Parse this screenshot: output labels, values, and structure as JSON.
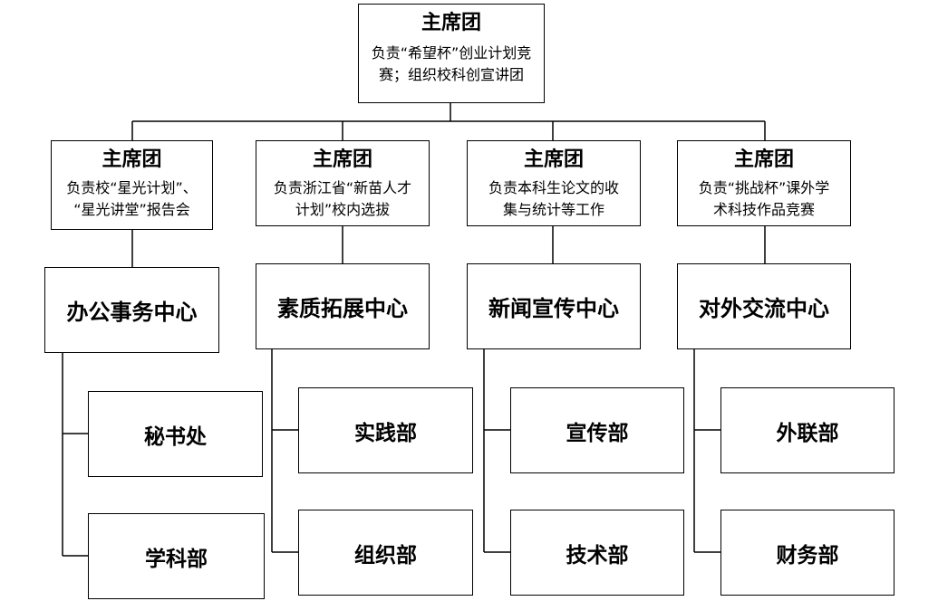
{
  "top": {
    "title": "主席团",
    "desc_line1": "负责“希望杯”创业计划竞",
    "desc_line2": "赛；组织校科创宣讲团"
  },
  "presidiums": [
    {
      "title": "主席团",
      "desc_line1": "负责校“星光计划”、",
      "desc_line2": "“星光讲堂”报告会"
    },
    {
      "title": "主席团",
      "desc_line1": "负责浙江省“新苗人才",
      "desc_line2": "计划”校内选拔"
    },
    {
      "title": "主席团",
      "desc_line1": "负责本科生论文的收",
      "desc_line2": "集与统计等工作"
    },
    {
      "title": "主席团",
      "desc_line1": "负责“挑战杯”课外学",
      "desc_line2": "术科技作品竞赛"
    }
  ],
  "centers": [
    {
      "name": "办公事务中心",
      "departments": [
        "秘书处",
        "学科部"
      ]
    },
    {
      "name": "素质拓展中心",
      "departments": [
        "实践部",
        "组织部"
      ]
    },
    {
      "name": "新闻宣传中心",
      "departments": [
        "宣传部",
        "技术部"
      ]
    },
    {
      "name": "对外交流中心",
      "departments": [
        "外联部",
        "财务部"
      ]
    }
  ]
}
